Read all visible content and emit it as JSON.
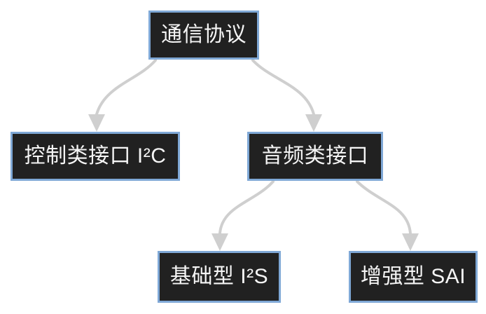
{
  "diagram": {
    "type": "tree",
    "background": "#FFFFFF",
    "nodes": [
      {
        "id": "protocol",
        "label": "通信协议"
      },
      {
        "id": "control-i2c",
        "label": "控制类接口 I²C"
      },
      {
        "id": "audio",
        "label": "音频类接口"
      },
      {
        "id": "basic-i2s",
        "label": "基础型 I²S"
      },
      {
        "id": "enhanced-sai",
        "label": "增强型 SAI"
      }
    ],
    "edges": [
      {
        "from": "protocol",
        "to": "control-i2c"
      },
      {
        "from": "protocol",
        "to": "audio"
      },
      {
        "from": "audio",
        "to": "basic-i2s"
      },
      {
        "from": "audio",
        "to": "enhanced-sai"
      }
    ],
    "colors": {
      "node_fill": "#212121",
      "node_border": "#7FA8D6",
      "node_text": "#F5F5F5",
      "connector": "#CFCFCF"
    }
  }
}
